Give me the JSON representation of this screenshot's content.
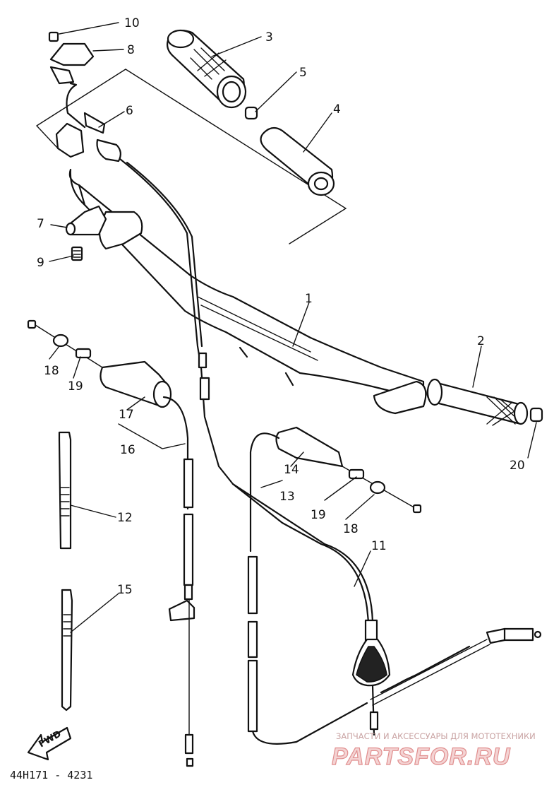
{
  "diagram": {
    "part_callouts": [
      "1",
      "2",
      "3",
      "4",
      "5",
      "6",
      "7",
      "8",
      "9",
      "10",
      "11",
      "12",
      "13",
      "14",
      "15",
      "16",
      "17",
      "18",
      "19",
      "18",
      "19",
      "20"
    ],
    "direction_marker": "FWD",
    "drawing_code": "44H171 - 4231",
    "watermark": {
      "tagline": "ЗАПЧАСТИ И АКСЕССУАРЫ ДЛЯ МОТОТЕХНИКИ",
      "brand": "PARTSFOR.RU"
    },
    "colors": {
      "line": "#111111",
      "background": "#ffffff",
      "watermark_red": "#e08e8e"
    }
  }
}
